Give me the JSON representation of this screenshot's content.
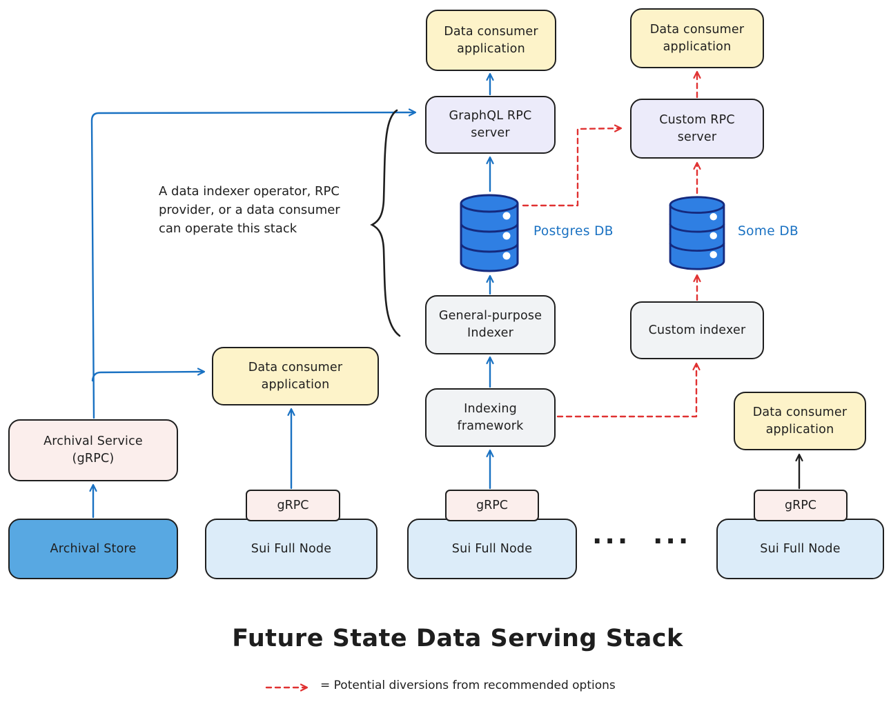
{
  "title": "Future State Data Serving Stack",
  "legend_text": "= Potential diversions from recommended options",
  "annotation": "A data indexer operator, RPC provider, or a data consumer can operate this stack",
  "nodes": {
    "dca_top_center": "Data consumer application",
    "dca_top_right": "Data consumer application",
    "graphql_rpc": "GraphQL RPC server",
    "custom_rpc": "Custom RPC server",
    "general_indexer": "General-purpose Indexer",
    "custom_indexer": "Custom indexer",
    "indexing_framework": "Indexing framework",
    "dca_mid_left": "Data consumer application",
    "dca_right": "Data consumer application",
    "archival_service": "Archival Service (gRPC)",
    "archival_store": "Archival Store",
    "sui_left": "Sui Full Node",
    "sui_mid": "Sui Full Node",
    "sui_right": "Sui Full Node",
    "grpc_left": "gRPC",
    "grpc_mid": "gRPC",
    "grpc_right": "gRPC"
  },
  "db_labels": {
    "postgres": "Postgres DB",
    "some": "Some DB"
  },
  "ellipsis": {
    "group1": "...",
    "group2": "..."
  },
  "colors": {
    "arrow_blue": "#1971c2",
    "diversion_red": "#e03131",
    "brace_black": "#1e1e1e",
    "db_fill": "#2f7fe3",
    "db_stroke": "#152a7e",
    "box_yellow": "#fdf3c9",
    "box_lavender": "#ecebfa",
    "box_gray": "#f1f3f5",
    "box_pink": "#fbeeec",
    "box_blue": "#58a8e2",
    "box_lightblue": "#dcecf9",
    "ink": "#1e1e1e"
  }
}
